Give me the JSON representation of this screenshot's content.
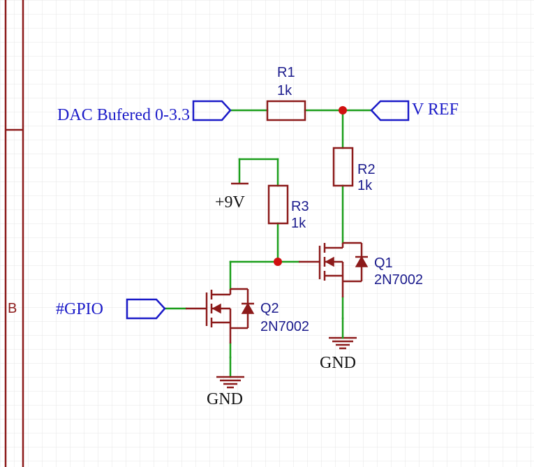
{
  "sheet": {
    "zone_label": "B"
  },
  "nets": {
    "dac_in": "DAC Bufered 0-3.3",
    "vref": "V REF",
    "gpio": "#GPIO"
  },
  "power": {
    "vplus": "+9V",
    "gnd_q1": "GND",
    "gnd_q2": "GND"
  },
  "components": {
    "r1": {
      "ref": "R1",
      "value": "1k"
    },
    "r2": {
      "ref": "R2",
      "value": "1k"
    },
    "r3": {
      "ref": "R3",
      "value": "1k"
    },
    "q1": {
      "ref": "Q1",
      "value": "2N7002"
    },
    "q2": {
      "ref": "Q2",
      "value": "2N7002"
    }
  },
  "colors": {
    "wire": "#1a9e1a",
    "component": "#8c1a1a",
    "port": "#1a1ac8",
    "junction": "#d01010",
    "grid": "#e6e6e6"
  }
}
